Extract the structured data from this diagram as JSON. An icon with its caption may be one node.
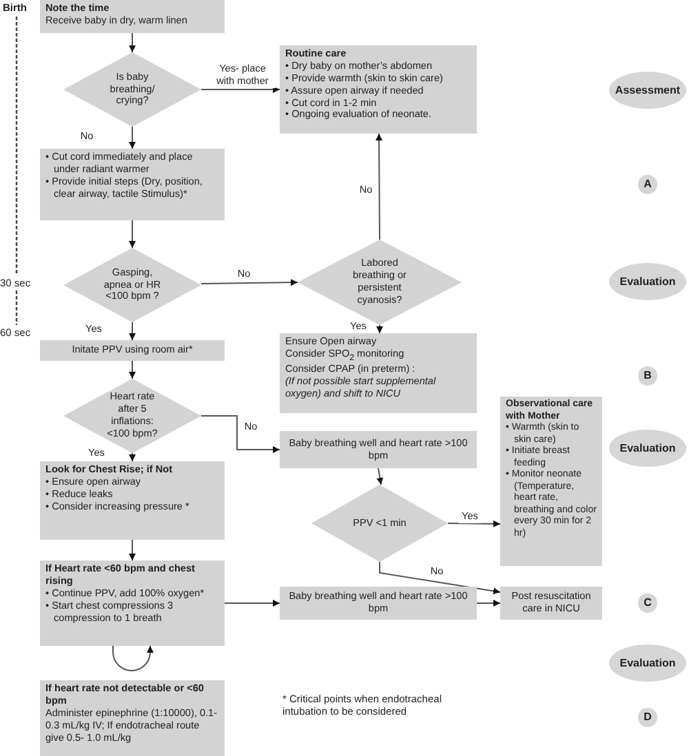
{
  "diagram": {
    "nodes": [
      {
        "text": [
          "Note the time",
          "Receive baby in dry, warm linen"
        ]
      },
      {
        "text": [
          "Is baby breathing/ crying?"
        ]
      },
      {
        "text": [
          "Routine care",
          "• Dry baby on mother’s abdomen",
          "• Provide warmth (skin to skin care)",
          "• Assure open airway if needed",
          "• Cut cord in 1-2 min",
          "• Ongoing evaluation of neonate."
        ]
      },
      {
        "text": [
          "• Cut cord immediately and place under radiant warmer",
          "• Provide initial steps (Dry, position, clear airway, tactile Stimulus)*"
        ]
      },
      {
        "text": [
          "Gasping, apnea or HR <100 bpm ?"
        ]
      },
      {
        "text": [
          "Labored breathing or persistent cyanosis?"
        ]
      },
      {
        "text": [
          "Initate PPV using room air*"
        ]
      },
      {
        "text": [
          "Ensure Open airway",
          "Consider SPO$_{2}$ monitoring",
          "Consider CPAP (in preterm) :",
          "(If not possible start supplemental oxygen) and shift to NICU"
        ]
      },
      {
        "text": [
          "Heart rate after 5 inflations: <100 bpm?"
        ]
      },
      {
        "text": [
          "Baby breathing well and heart rate >100 bpm"
        ]
      },
      {
        "text": [
          "Observational care with Mother",
          "• Warmth (skin to skin care)",
          "• Initiate breast feeding",
          "• Monitor neonate (Temperature, heart rate, breathing and color every 30 min for 2 hr)"
        ]
      },
      {
        "text": [
          "Look for Chest Rise; if Not",
          "• Ensure open airway",
          "• Reduce leaks",
          "• Consider increasing pressure *"
        ]
      },
      {
        "text": [
          "PPV <1 min"
        ]
      },
      {
        "text": [
          "If Heart rate <60 bpm and chest rising",
          "• Continue PPV, add 100% oxygen*",
          "• Start chest compressions 3 compression to 1 breath"
        ]
      },
      {
        "text": [
          "Baby breathing well and heart rate >100 bpm"
        ]
      },
      {
        "text": [
          "Post resuscitation care in NICU"
        ]
      },
      {
        "text": [
          "If heart rate not detectable or <60 bpm",
          "Administer epinephrine (1:10000), 0.1-0.3 mL/kg IV; If endotracheal route give 0.5- 1.0 mL/kg"
        ]
      },
      {
        "text": [
          "Assessment"
        ]
      },
      {
        "text": [
          "A"
        ]
      },
      {
        "text": [
          "Evaluation"
        ]
      },
      {
        "text": [
          "B"
        ]
      },
      {
        "text": [
          "Evaluation"
        ]
      },
      {
        "text": [
          "C"
        ]
      },
      {
        "text": [
          "Evaluation"
        ]
      },
      {
        "text": [
          "D"
        ]
      }
    ],
    "edges": [
      {
        "from": 0,
        "to": 1,
        "arrow": "to"
      },
      {
        "from": 1,
        "to": 2,
        "arrow": "to",
        "label": "Yes- place with mother"
      },
      {
        "from": 1,
        "to": 3,
        "arrow": "to",
        "label": "No"
      },
      {
        "from": 3,
        "to": 4,
        "arrow": "to"
      },
      {
        "from": 4,
        "to": 5,
        "arrow": "to",
        "label": "No"
      },
      {
        "from": 5,
        "to": 2,
        "arrow": "to",
        "label": "No"
      },
      {
        "from": 4,
        "to": 6,
        "arrow": "to",
        "label": "Yes"
      },
      {
        "from": 5,
        "to": 7,
        "arrow": "to",
        "label": "Yes"
      },
      {
        "from": 6,
        "to": 8,
        "arrow": "to"
      },
      {
        "from": 8,
        "to": 9,
        "arrow": "to",
        "label": "No"
      },
      {
        "from": 8,
        "to": 11,
        "arrow": "to",
        "label": "Yes"
      },
      {
        "from": 9,
        "to": 12,
        "arrow": "to"
      },
      {
        "from": 12,
        "to": 10,
        "arrow": "to",
        "label": "Yes"
      },
      {
        "from": 12,
        "to": 15,
        "arrow": "to",
        "label": "No"
      },
      {
        "from": 11,
        "to": 13,
        "arrow": "to"
      },
      {
        "from": 13,
        "to": 14,
        "arrow": "to"
      },
      {
        "from": 14,
        "to": 15,
        "arrow": "to"
      },
      {
        "from": 13,
        "to": 13,
        "arrow": "to"
      }
    ],
    "labels": [
      "Birth",
      "30 sec",
      "60 sec",
      "* Critical points when endotracheal intubation to be considered"
    ]
  }
}
